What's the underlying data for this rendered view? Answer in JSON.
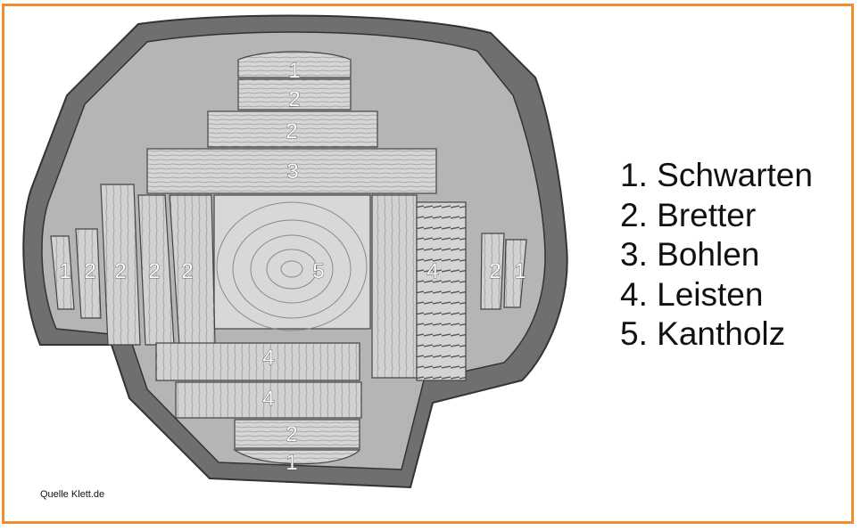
{
  "labels": {
    "schwarten": "1",
    "bretter": "2",
    "bohlen": "3",
    "leisten": "4",
    "kantholz": "5"
  },
  "legend": [
    "1. Schwarten",
    "2. Bretter",
    "3. Bohlen",
    "4. Leisten",
    "5. Kantholz"
  ],
  "source": "Quelle Klett.de",
  "colors": {
    "frame": "#f28a2e",
    "bark": "#6f6f6f",
    "sapwood": "#b5b5b5",
    "wood": "#d6d6d6",
    "woodDark": "#c2c2c2",
    "lines": "#444444"
  }
}
